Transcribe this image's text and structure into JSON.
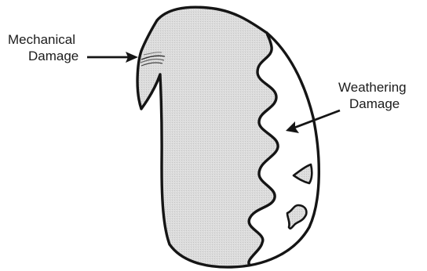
{
  "labels": {
    "mechanical_line1": "Mechanical",
    "mechanical_line2": "Damage",
    "weathering_line1": "Weathering",
    "weathering_line2": "Damage"
  },
  "colors": {
    "seed_fill": "#dcdcdc",
    "outline": "#151515",
    "background": "#ffffff"
  }
}
